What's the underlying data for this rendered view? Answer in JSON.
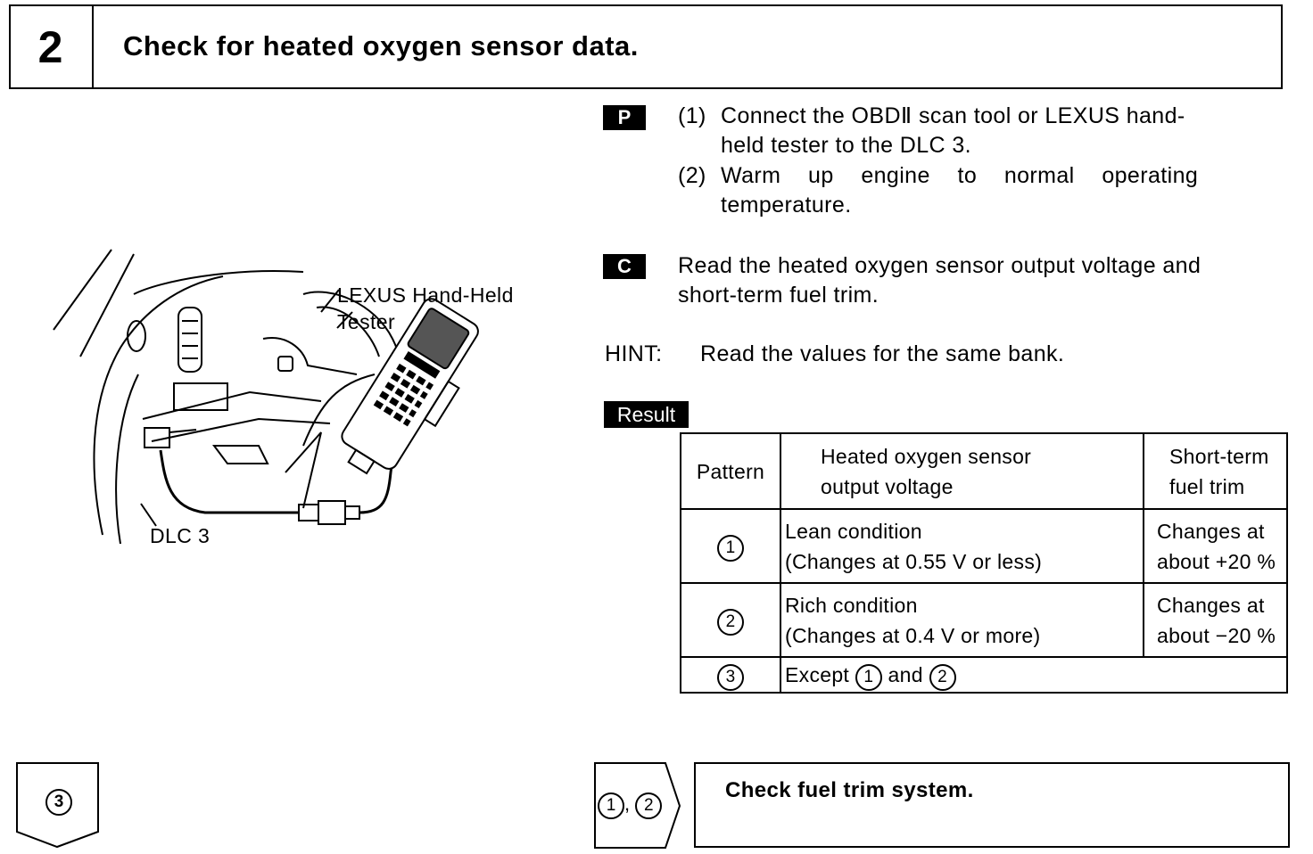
{
  "step": {
    "number": "2",
    "title": "Check for heated oxygen sensor data."
  },
  "figure": {
    "label_tester_1": "LEXUS Hand-Held",
    "label_tester_2": "Tester",
    "label_dlc": "DLC 3"
  },
  "prep": {
    "tag": "P",
    "item1_num": "(1)",
    "item1_line1": "Connect the OBDⅡ scan tool or LEXUS hand-",
    "item1_line2": "held tester to the DLC 3.",
    "item2_num": "(2)",
    "item2_line1": "Warm  up  engine  to  normal  operating",
    "item2_line2": "temperature."
  },
  "check": {
    "tag": "C",
    "line1": "Read the heated oxygen sensor output voltage and",
    "line2": "short-term fuel trim."
  },
  "hint": {
    "label": "HINT:",
    "text": "Read the values for the same bank."
  },
  "result": {
    "label": "Result",
    "headers": [
      "Pattern",
      "Heated oxygen sensor",
      "output voltage",
      "Short-term",
      "fuel trim"
    ],
    "rows": [
      {
        "pattern": "1",
        "v1": "Lean condition",
        "v2": "(Changes at 0.55 V or less)",
        "t1": "Changes at",
        "t2": "about +20 %"
      },
      {
        "pattern": "2",
        "v1": "Rich condition",
        "v2": "(Changes at 0.4 V or more)",
        "t1": "Changes at",
        "t2": "about −20 %"
      }
    ],
    "row3": {
      "pattern": "3",
      "text_a": "Except",
      "c1": "1",
      "text_b": "and",
      "c2": "2"
    }
  },
  "next": {
    "left_pattern": "3",
    "right_pattern_a": "1",
    "right_sep": ",",
    "right_pattern_b": "2",
    "action": "Check fuel trim system."
  }
}
